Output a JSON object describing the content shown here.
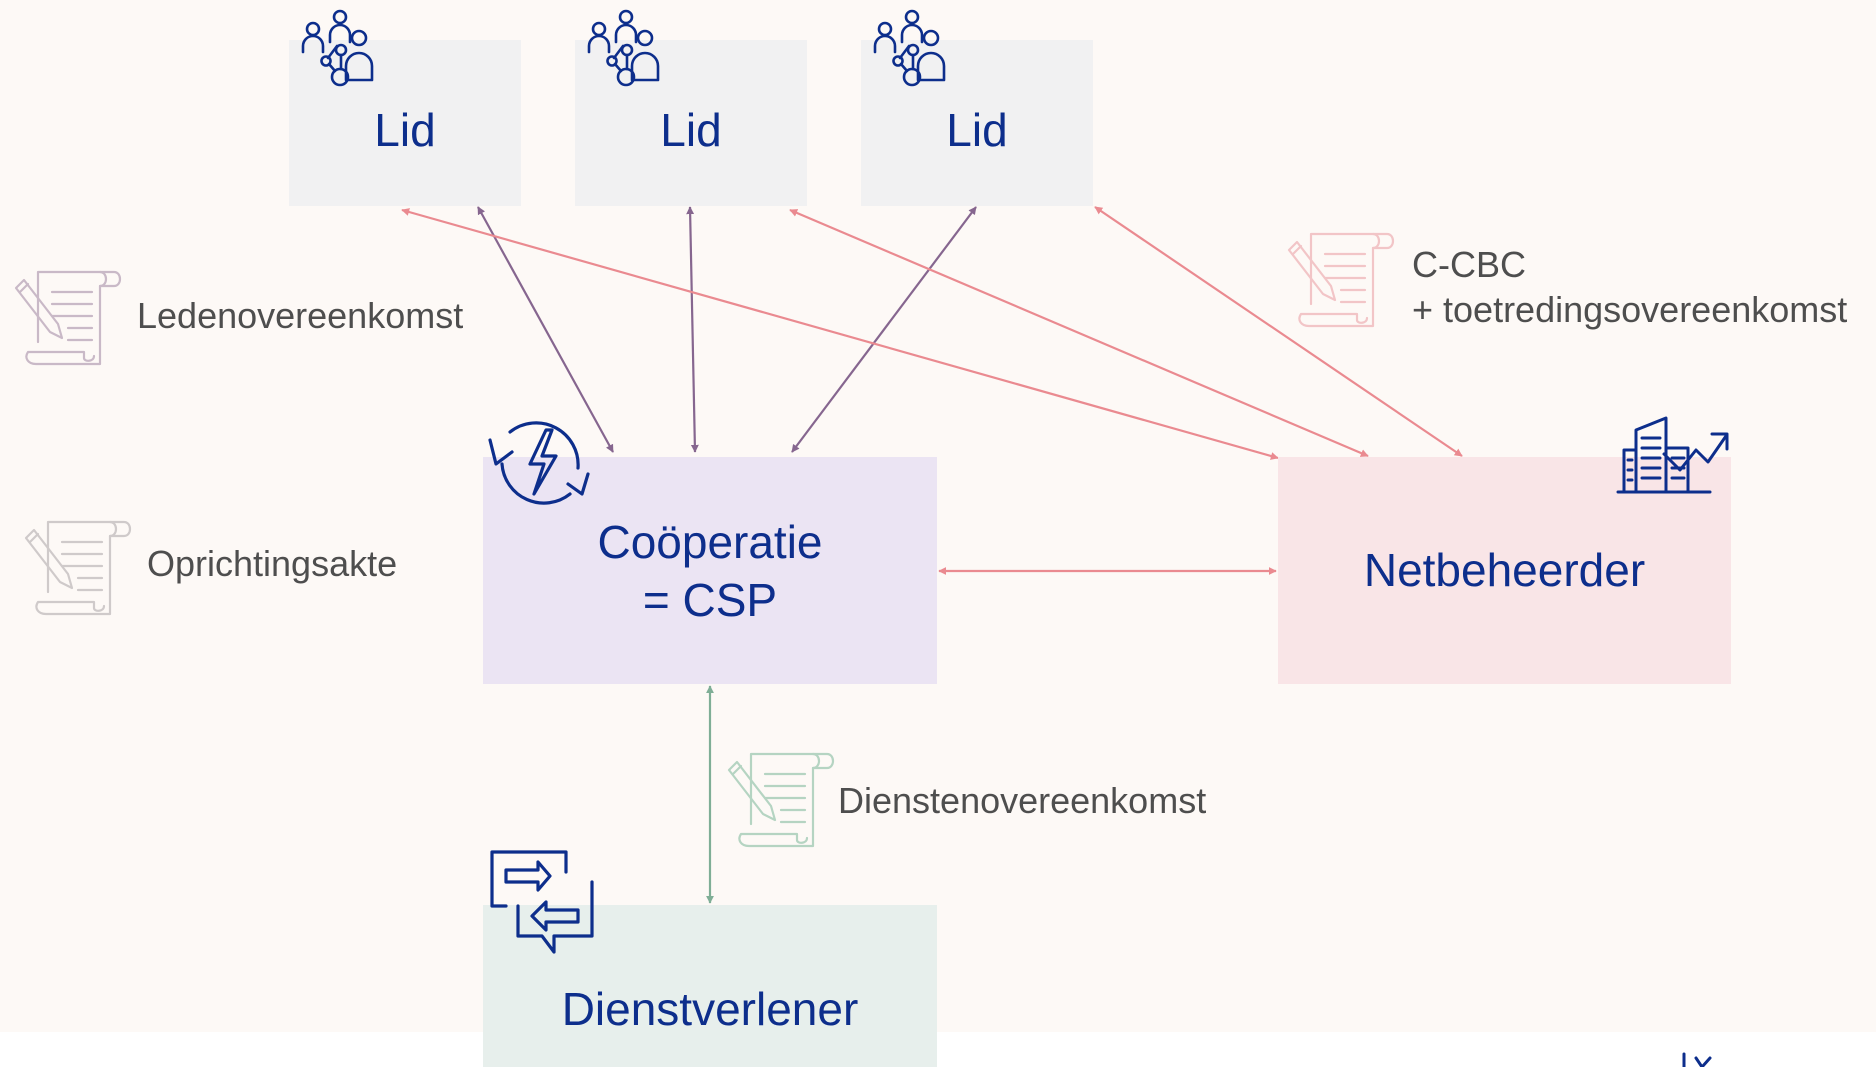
{
  "nodes": {
    "lid_1": "Lid",
    "lid_2": "Lid",
    "lid_3": "Lid",
    "cooperatie": [
      "Coöperatie",
      "= CSP"
    ],
    "netbeheerder": "Netbeheerder",
    "dienstverlener": "Dienstverlener"
  },
  "documents": {
    "ledenovereenkomst": "Ledenovereenkomst",
    "oprichtingsakte": "Oprichtingsakte",
    "ccbc": [
      "C-CBC",
      "+ toetredingsovereenkomst"
    ],
    "dienstenovereenkomst": "Dienstenovereenkomst"
  },
  "icons": {
    "lid": "people-network-icon",
    "cooperatie": "lightning-refresh-icon",
    "netbeheerder": "city-growth-icon",
    "dienstverlener": "exchange-chat-icon",
    "document": "signed-contract-icon"
  },
  "colors": {
    "node_text": "#0d2e8c",
    "lid_box": "#f1f1f2",
    "cooperatie_box": "#ebe4f3",
    "netbeheerder_box": "#f9e5e7",
    "dienstverlener_box": "#e7efec",
    "edge_member": "#86668f",
    "edge_grid": "#ea8a90",
    "edge_service": "#7fae96",
    "document_label": "#4e4e4e"
  }
}
